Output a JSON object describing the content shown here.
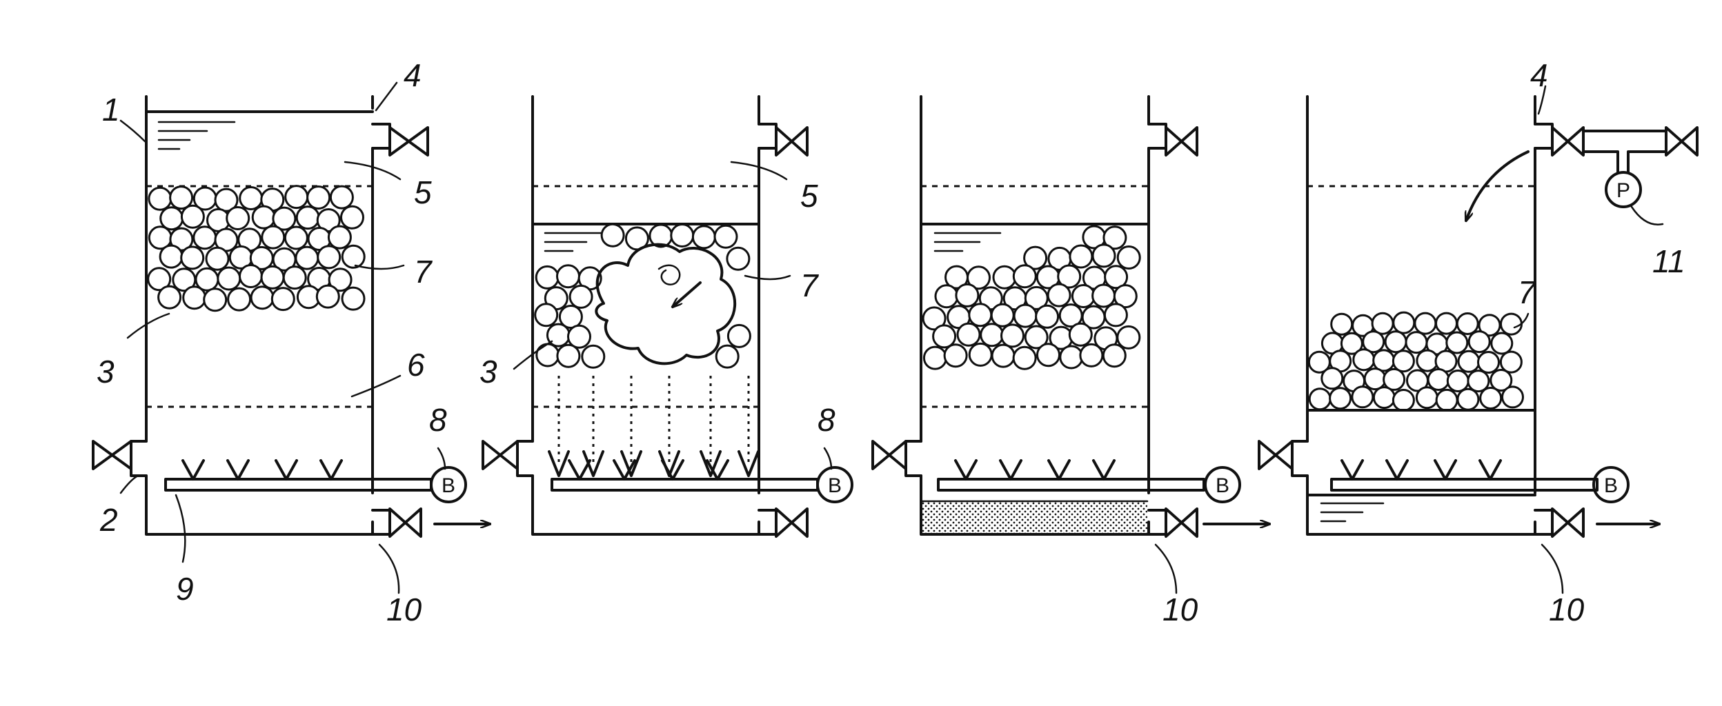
{
  "labels": {
    "p1": {
      "n1": "1",
      "n2": "2",
      "n3": "3",
      "n4": "4",
      "n5": "5",
      "n6": "6",
      "n7": "7",
      "n8": "8",
      "n9": "9",
      "n10": "10"
    },
    "p2": {
      "n3": "3",
      "n5": "5",
      "n7": "7",
      "n8": "8"
    },
    "p3": {
      "n10": "10"
    },
    "p4": {
      "n4": "4",
      "n7": "7",
      "n10": "10",
      "n11": "11"
    }
  },
  "blower_letter": "B",
  "pump_letter": "P",
  "colors": {
    "ink": "#111111",
    "background": "#ffffff"
  }
}
